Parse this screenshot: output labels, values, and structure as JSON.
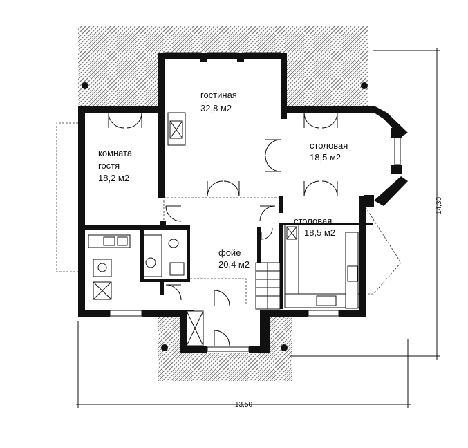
{
  "rooms": {
    "living": {
      "name": "гостиная",
      "area": "32,8 м2"
    },
    "dining_top": {
      "name": "столовая",
      "area": "18,5 м2"
    },
    "guest": {
      "name_line1": "комната",
      "name_line2": "гостя",
      "area": "18,2 м2"
    },
    "dining_bottom": {
      "name": "столовая",
      "area": "18,5 м2"
    },
    "foyer": {
      "name": "фойе",
      "area": "20,4 м2"
    }
  },
  "dimensions": {
    "width": "13,50",
    "height": "14,30"
  },
  "colors": {
    "wall": "#111111",
    "hatch": "#555555",
    "background": "#ffffff"
  }
}
